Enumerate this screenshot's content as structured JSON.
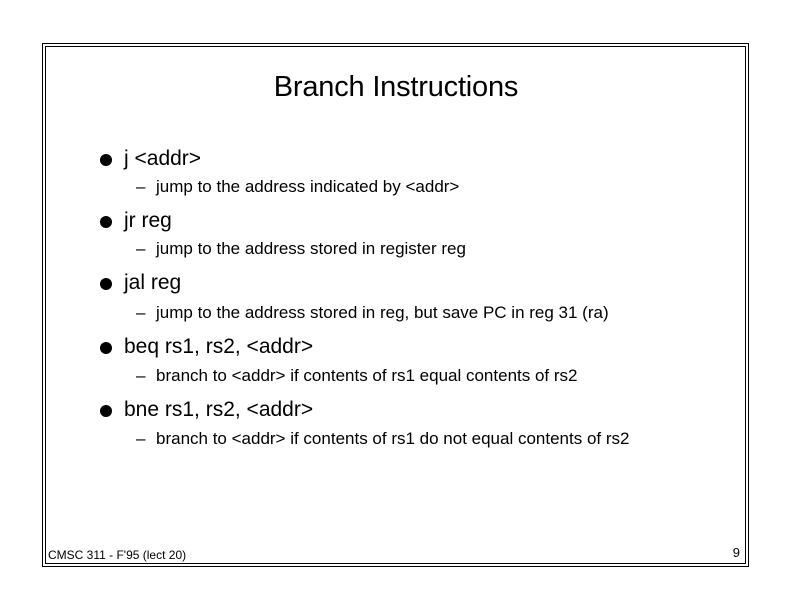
{
  "slide": {
    "title": "Branch Instructions",
    "items": [
      {
        "label": "j <addr>",
        "sub": "jump to the address indicated by <addr>"
      },
      {
        "label": "jr reg",
        "sub": "jump to the address stored in register reg"
      },
      {
        "label": "jal reg",
        "sub": "jump to the address stored in reg, but save PC in reg 31 (ra)"
      },
      {
        "label": "beq rs1, rs2, <addr>",
        "sub": "branch to <addr> if contents of rs1 equal contents of rs2"
      },
      {
        "label": "bne rs1, rs2, <addr>",
        "sub": "branch to <addr> if contents of rs1 do not equal contents of rs2"
      }
    ],
    "sub_marker": "–",
    "footer": {
      "course": "CMSC 311 - F'95 (lect 20)",
      "page_number": "9"
    }
  }
}
